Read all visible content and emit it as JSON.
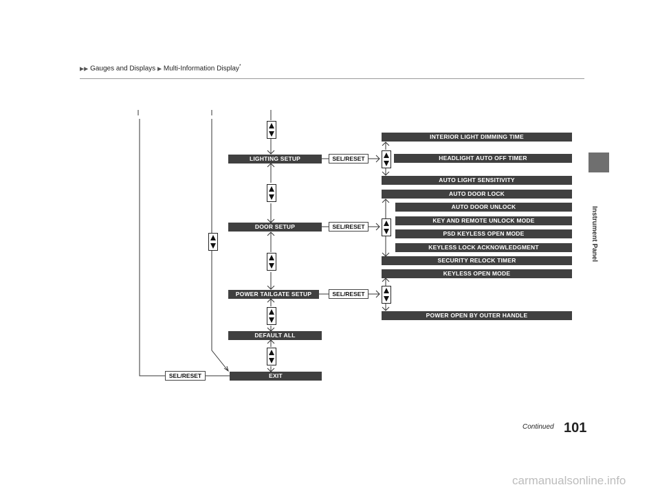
{
  "header": {
    "arrow": "▶▶",
    "crumb1": "Gauges and Displays",
    "arrow2": "▶",
    "crumb2": "Multi-Information Display",
    "asterisk": "*"
  },
  "side_label": "Instrument Panel",
  "menu": {
    "lighting_setup": "LIGHTING SETUP",
    "door_setup": "DOOR SETUP",
    "power_tailgate_setup": "POWER TAILGATE SETUP",
    "default_all": "DEFAULT ALL",
    "exit": "EXIT"
  },
  "sel_reset": "SEL/RESET",
  "lighting_items": [
    "INTERIOR LIGHT DIMMING TIME",
    "HEADLIGHT AUTO OFF TIMER",
    "AUTO LIGHT SENSITIVITY"
  ],
  "door_items": [
    "AUTO DOOR LOCK",
    "AUTO DOOR UNLOCK",
    "KEY AND REMOTE UNLOCK MODE",
    "PSD KEYLESS OPEN MODE",
    "KEYLESS LOCK ACKNOWLEDGMENT",
    "SECURITY RELOCK TIMER"
  ],
  "tailgate_items": [
    "KEYLESS OPEN MODE",
    "POWER OPEN BY OUTER HANDLE"
  ],
  "footer": {
    "continued": "Continued",
    "page_number": "101"
  },
  "watermark": "carmanualsonline.info"
}
